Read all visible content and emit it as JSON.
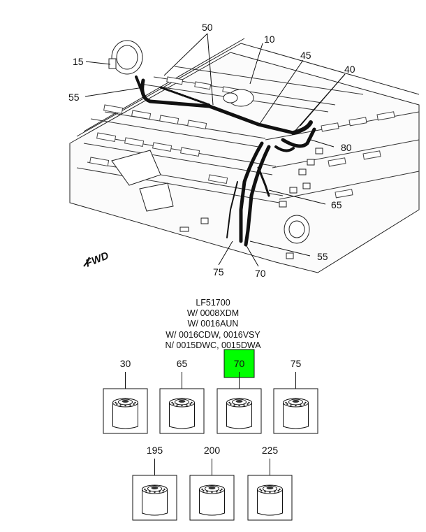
{
  "diagram": {
    "callouts": {
      "c50": "50",
      "c10": "10",
      "c45": "45",
      "c40": "40",
      "c15": "15",
      "c55_top": "55",
      "c80": "80",
      "c65": "65",
      "c55_bottom": "55",
      "c75": "75",
      "c70": "70"
    },
    "direction_label": "FWD"
  },
  "notes": {
    "lines": [
      "LF51700",
      "W/ 0008XDM",
      "W/ 0016AUN",
      "W/ 0016CDW, 0016VSY",
      "N/ 0015DWC, 0015DWA"
    ]
  },
  "parts": {
    "row1": [
      {
        "label": "30",
        "highlighted": false
      },
      {
        "label": "65",
        "highlighted": false
      },
      {
        "label": "70",
        "highlighted": true
      },
      {
        "label": "75",
        "highlighted": false
      }
    ],
    "row2": [
      {
        "label": "195",
        "highlighted": false
      },
      {
        "label": "200",
        "highlighted": false
      },
      {
        "label": "225",
        "highlighted": false
      }
    ],
    "highlight_color": "#00ff00"
  }
}
